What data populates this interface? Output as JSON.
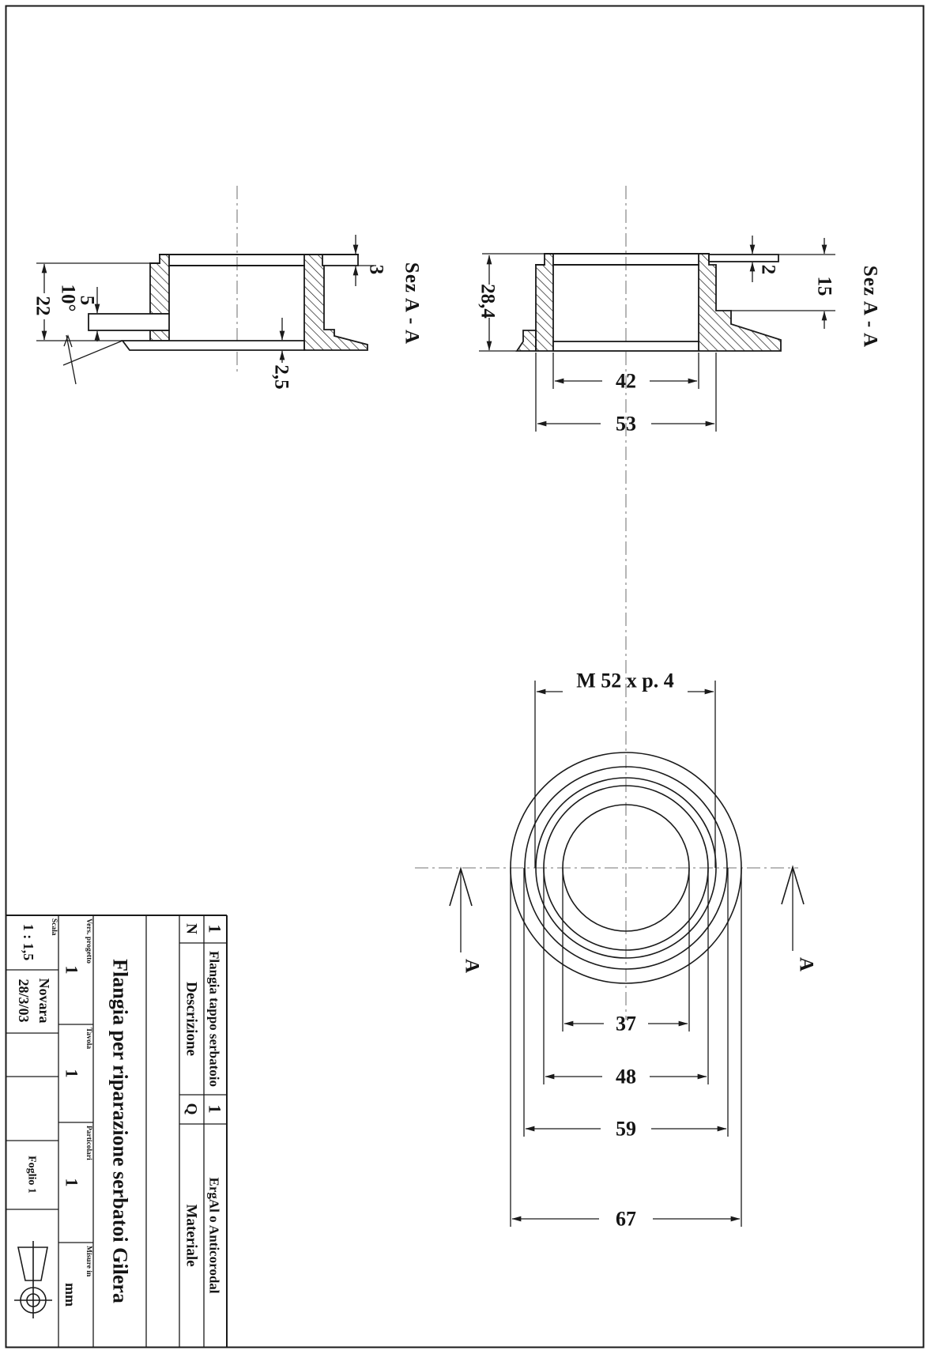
{
  "drawing": {
    "section_left": {
      "label": "Sez A - A",
      "height": "22",
      "angle": "10°",
      "port": "5",
      "lip": "3",
      "plate": "2,5"
    },
    "section_right": {
      "label": "Sez A - A",
      "height": "28,4",
      "lip": "2",
      "step": "15",
      "bore": "42",
      "outer": "53"
    },
    "front_view": {
      "thread": "M 52 x p. 4",
      "d37": "37",
      "d48": "48",
      "d59": "59",
      "d67": "67",
      "cut_left": "A",
      "cut_right": "A"
    }
  },
  "title_block": {
    "parts": {
      "n": "1",
      "descr": "Flangia tappo serbatoio",
      "q": "1",
      "mat": "ErgAl o Anticorodal",
      "n_h": "N",
      "descr_h": "Descrizione",
      "q_h": "Q",
      "mat_h": "Materiale"
    },
    "title": "Flangia per riparazione serbatoi Gilera",
    "vers_label": "Vers. progetto",
    "vers": "1",
    "tavola_label": "Tavola",
    "tavola": "1",
    "particolari_label": "Particolari",
    "particolari": "1",
    "misure_label": "Misure in",
    "misure": "mm",
    "scala_label": "Scala",
    "scala": "1 : 1,5",
    "city": "Novara",
    "date": "28/3/03",
    "foglio": "Foglio 1"
  }
}
